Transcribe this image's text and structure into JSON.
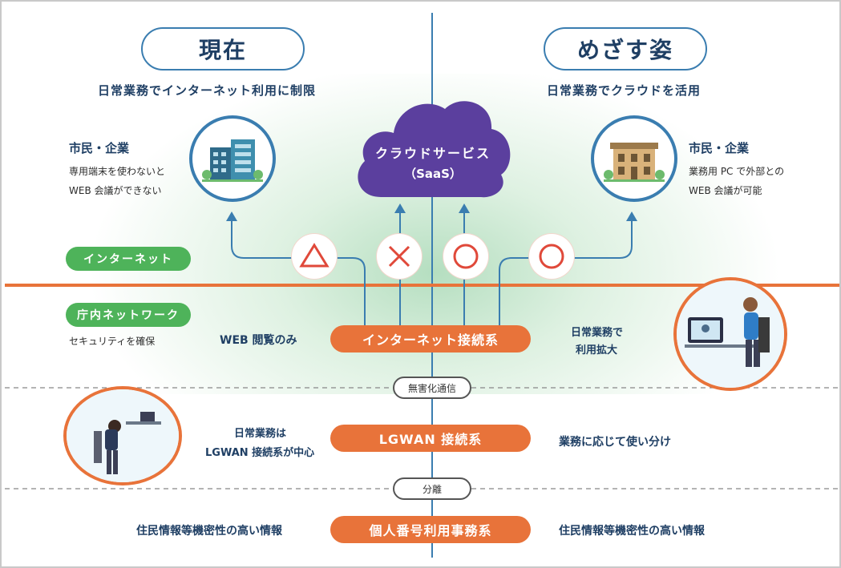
{
  "header": {
    "current_title": "現在",
    "goal_title": "めざす姿",
    "current_subtitle": "日常業務でインターネット利用に制限",
    "goal_subtitle": "日常業務でクラウドを活用"
  },
  "cloud": {
    "label_line1": "クラウドサービス",
    "label_line2": "（SaaS）"
  },
  "left_citizen": {
    "heading": "市民・企業",
    "line1": "専用端末を使わないと",
    "line2": "WEB 会議ができない"
  },
  "right_citizen": {
    "heading": "市民・企業",
    "line1": "業務用 PC で外部との",
    "line2": "WEB 会議が可能"
  },
  "zones": {
    "internet": "インターネット",
    "intranet": "庁内ネットワーク",
    "intranet_sub": "セキュリティを確保"
  },
  "marks": [
    "△",
    "×",
    "○",
    "○"
  ],
  "rows": {
    "internet_bar": "インターネット接続系",
    "internet_left": "WEB 閲覧のみ",
    "internet_right_line1": "日常業務で",
    "internet_right_line2": "利用拡大",
    "wireless": "無害化通信",
    "lgwan_bar": "LGWAN 接続系",
    "lgwan_left_line1": "日常業務は",
    "lgwan_left_line2": "LGWAN 接続系が中心",
    "lgwan_right": "業務に応じて使い分け",
    "separation": "分離",
    "mynumber_bar": "個人番号利用事務系",
    "mynumber_left": "住民情報等機密性の高い情報",
    "mynumber_right": "住民情報等機密性の高い情報"
  },
  "colors": {
    "orange": "#e8733a",
    "green": "#4eb35a",
    "blue": "#3a7db0",
    "cloud_purple": "#5b3f9e",
    "navy": "#1f3f64"
  }
}
